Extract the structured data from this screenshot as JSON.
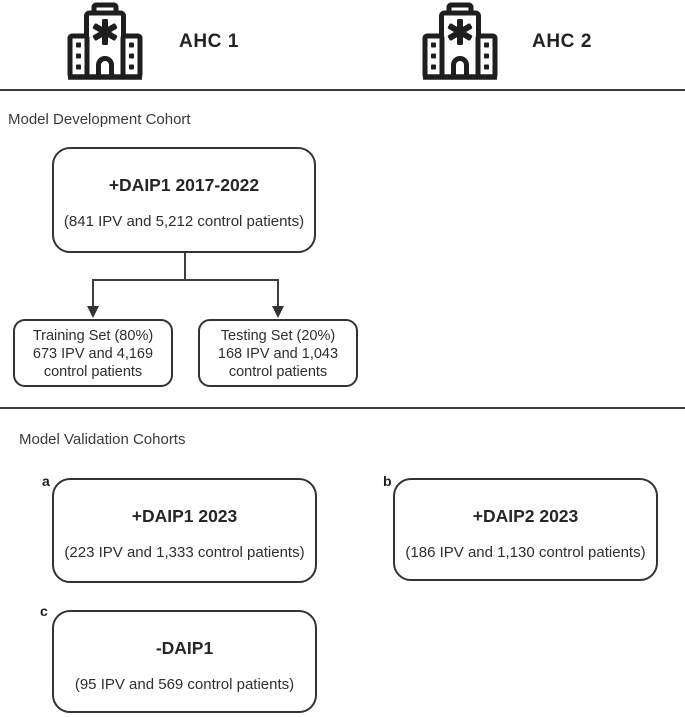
{
  "header": {
    "sites": [
      {
        "label": "AHC 1",
        "icon": "hospital-icon"
      },
      {
        "label": "AHC 2",
        "icon": "hospital-icon"
      }
    ]
  },
  "development": {
    "section_title": "Model Development Cohort",
    "cohort_box": {
      "title": "+DAIP1 2017-2022",
      "subtitle": "(841 IPV and 5,212 control patients)"
    },
    "training_box": {
      "line1": "Training Set (80%)",
      "line2": "673 IPV and 4,169",
      "line3": "control patients"
    },
    "testing_box": {
      "line1": "Testing Set (20%)",
      "line2": "168 IPV and 1,043",
      "line3": "control patients"
    }
  },
  "validation": {
    "section_title": "Model Validation Cohorts",
    "boxes": [
      {
        "label": "a",
        "title": "+DAIP1 2023",
        "subtitle": "(223 IPV and 1,333 control patients)"
      },
      {
        "label": "b",
        "title": "+DAIP2 2023",
        "subtitle": "(186 IPV and 1,130 control patients)"
      },
      {
        "label": "c",
        "title": "-DAIP1",
        "subtitle": "(95 IPV and 569 control patients)"
      }
    ]
  },
  "colors": {
    "ink": "#222222",
    "line": "#3d3d3d",
    "border": "#333333",
    "background": "#ffffff"
  }
}
